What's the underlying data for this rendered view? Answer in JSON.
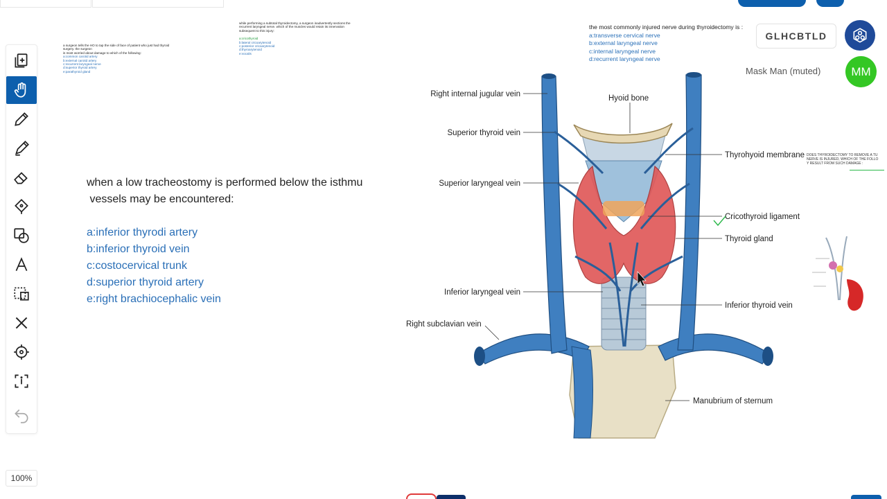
{
  "toolbar": {
    "tools": [
      "pages-icon",
      "hand-icon",
      "pen-icon",
      "highlighter-icon",
      "eraser-icon",
      "fill-icon",
      "shapes-icon",
      "text-icon",
      "select-icon",
      "clear-icon",
      "laser-icon",
      "embed-icon",
      "undo-icon"
    ],
    "zoom": "100%"
  },
  "mini_q1": {
    "lines": [
      "a surgeon tells the HO to tap the side of face of patient who just had thyroid surgery. the surgeon",
      "is most worried about damage to which of the following:"
    ],
    "options": [
      "a:common carotid artery",
      "b:external carotid artery",
      "c:recurrent laryngeal nerve",
      "d:superior thyroid artery",
      "e:parathyroid gland"
    ]
  },
  "mini_q2": {
    "lines": [
      "while performing a subtotal thyroidectomy, a surgeon inadvertently sections the",
      "recurrent laryngeal nerve. which of the muscles would retain its innervation",
      "subsequent to this injury:"
    ],
    "options": [
      "a:cricothyroid",
      "b:lateral cricoarytenoid",
      "c:posterior cricoarytenoid",
      "d:thyroarytenoid",
      "e:vocalis"
    ]
  },
  "main_question": {
    "line1": "when a low tracheostomy is performed below the isthmu",
    "line2": " vessels may be encountered:",
    "options": [
      "a:inferior thyrodi artery",
      "b:inferior thyroid vein",
      "c:costocervical trunk",
      "d:superior thyroid artery",
      "e:right brachiocephalic vein"
    ]
  },
  "right_question": {
    "heading": "the most commonly injured nerve during thyroidectomy is :",
    "options": [
      "a:transverse cervical nerve",
      "b:external laryngeal nerve",
      "c:internal laryngeal nerve",
      "d:recurrent laryngeal nerve"
    ]
  },
  "session": {
    "room_code": "GLHCBTLD",
    "user_name": "Mask Man (muted)",
    "user_initials": "MM"
  },
  "diagram_labels": {
    "rijv": "Right internal jugular vein",
    "stv": "Superior thyroid vein",
    "slv": "Superior laryngeal vein",
    "ilv": "Inferior laryngeal vein",
    "rsv": "Right subclavian vein",
    "hyoid": "Hyoid bone",
    "thm": "Thyrohyoid membrane",
    "ctl": "Cricothyroid ligament",
    "tg": "Thyroid gland",
    "itv": "Inferior thyroid vein",
    "mos": "Manubrium of sternum"
  },
  "side_note": {
    "lines": [
      "DOES THYROIDECTOMY TO REMOVE A TU",
      "NERVE IS INJURED, WHICH OF THE FOLLO",
      "Y RESULT FROM SUCH DAMAGE :"
    ]
  },
  "colors": {
    "accent": "#0d5fad",
    "option_blue": "#2a6fb7",
    "avatar_green": "#34c724",
    "logo_blue": "#1f4a99",
    "vein_blue": "#3f7fc0",
    "thyroid_red": "#e05a5a"
  }
}
